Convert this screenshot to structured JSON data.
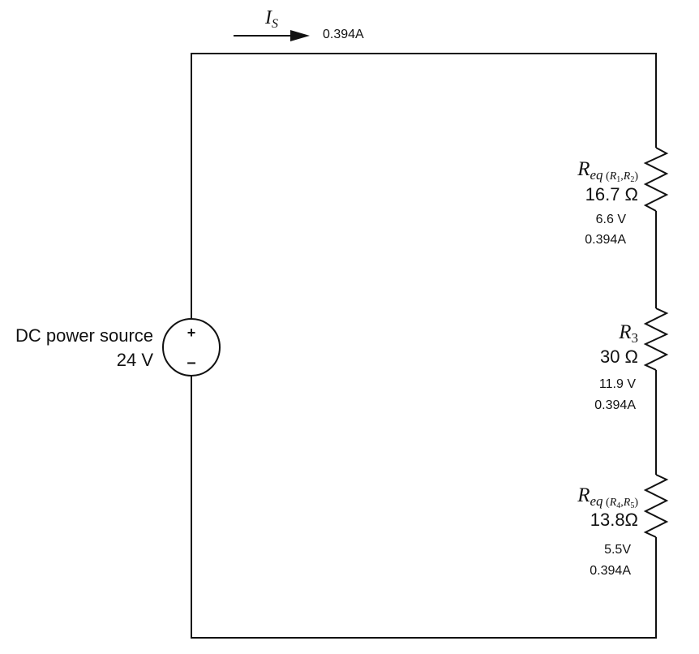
{
  "source": {
    "name": "DC power source",
    "voltage": "24 V",
    "plus_symbol": "+",
    "minus_symbol": "–"
  },
  "source_current": {
    "symbol": "I",
    "subscript": "S",
    "value": "0.394A"
  },
  "resistors": [
    {
      "symbol": "R",
      "subscript": "eq",
      "group_open": " (",
      "sub1": "R",
      "sub1_idx": "1",
      "sep": ",",
      "sub2": "R",
      "sub2_idx": "2",
      "group_close": ")",
      "resistance": "16.7 Ω",
      "voltage": "6.6 V",
      "current": "0.394A"
    },
    {
      "symbol": "R",
      "subscript": "3",
      "resistance": "30 Ω",
      "voltage": "11.9 V",
      "current": "0.394A"
    },
    {
      "symbol": "R",
      "subscript": "eq",
      "group_open": " (",
      "sub1": "R",
      "sub1_idx": "4",
      "sep": ",",
      "sub2": "R",
      "sub2_idx": "5",
      "group_close": ")",
      "resistance": "13.8Ω",
      "voltage": "5.5V",
      "current": "0.394A"
    }
  ]
}
